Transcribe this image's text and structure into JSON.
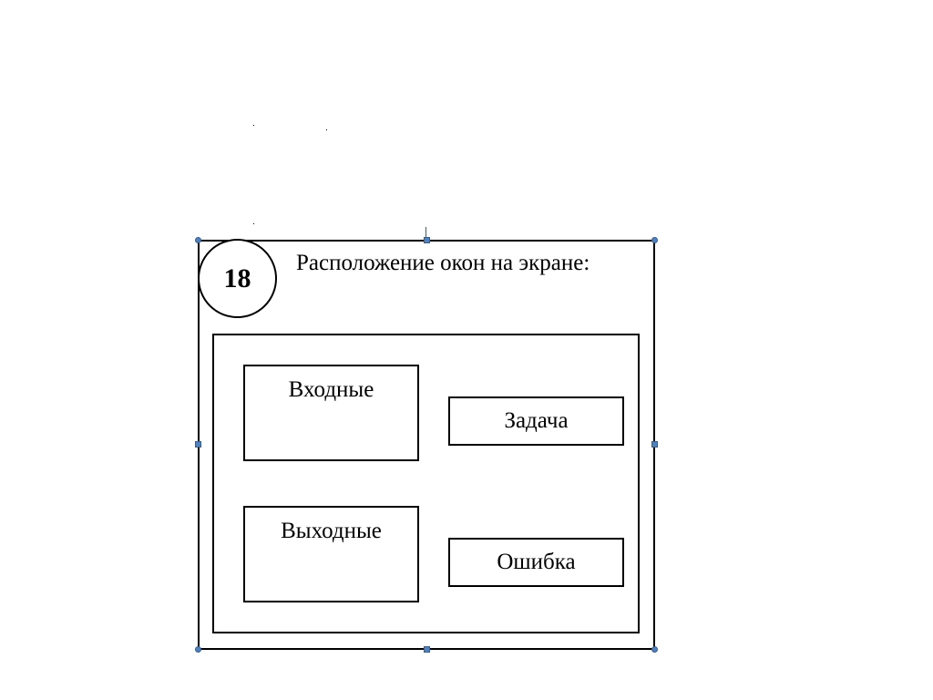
{
  "diagram": {
    "number": "18",
    "title": "Расположение окон на экране:",
    "windows": [
      {
        "label": "Входные"
      },
      {
        "label": "Задача"
      },
      {
        "label": "Выходные"
      },
      {
        "label": "Ошибка"
      }
    ]
  },
  "colors": {
    "handle": "#4f81bd",
    "stroke": "#000000"
  }
}
